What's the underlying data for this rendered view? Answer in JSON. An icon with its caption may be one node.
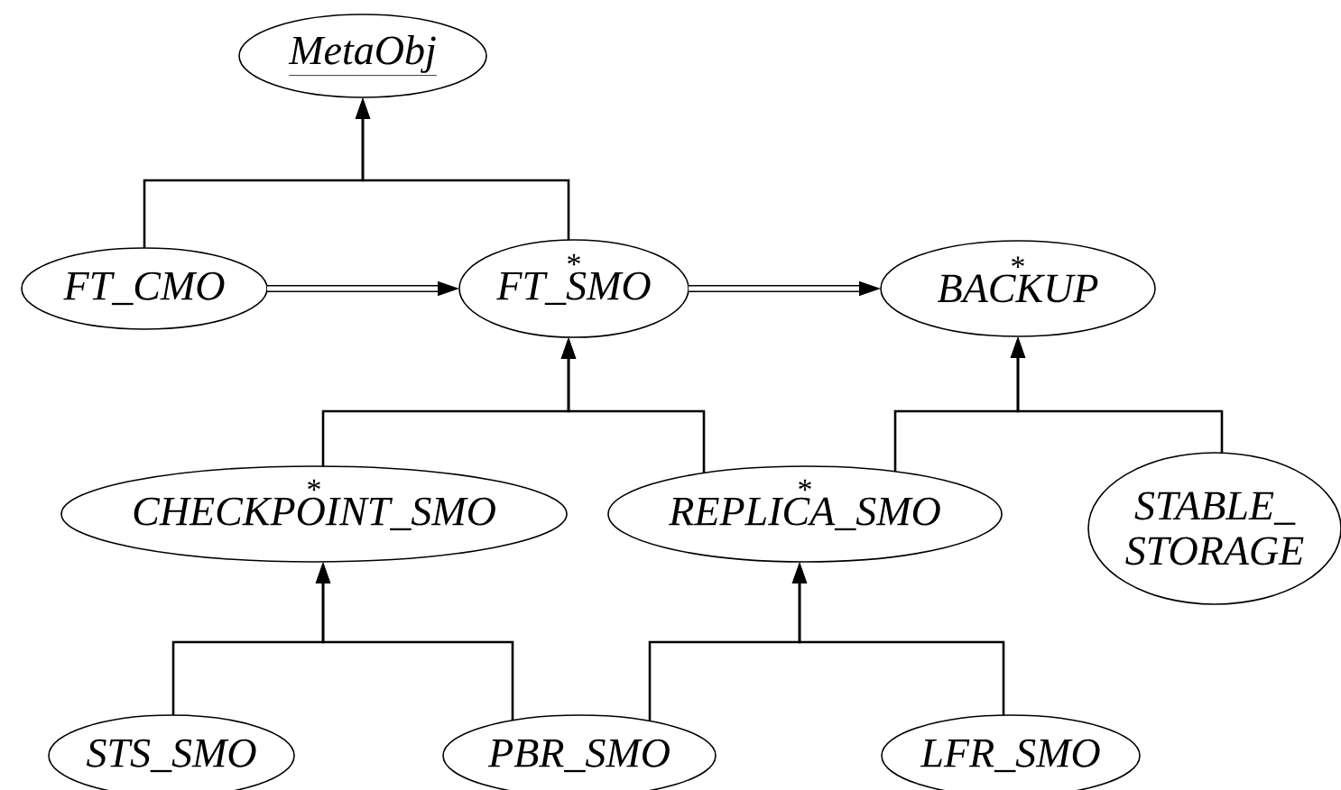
{
  "diagram": {
    "nodes": [
      {
        "text": [
          "MetaObj"
        ]
      },
      {
        "text": [
          "FT_CMO"
        ]
      },
      {
        "text": [
          "*",
          "FT_SMO"
        ]
      },
      {
        "text": [
          "*",
          "BACKUP"
        ]
      },
      {
        "text": [
          "*",
          "CHECKPOINT_SMO"
        ]
      },
      {
        "text": [
          "*",
          "REPLICA_SMO"
        ]
      },
      {
        "text": [
          "STABLE_ STORAGE"
        ]
      },
      {
        "text": [
          "STS_SMO"
        ]
      },
      {
        "text": [
          "PBR_SMO"
        ]
      },
      {
        "text": [
          "LFR_SMO"
        ]
      }
    ],
    "edges": [
      {
        "from": 1,
        "to": 0,
        "arrow": "to"
      },
      {
        "from": 2,
        "to": 0,
        "arrow": "to"
      },
      {
        "from": 1,
        "to": 2,
        "arrow": "to",
        "style": "thick"
      },
      {
        "from": 2,
        "to": 3,
        "arrow": "to",
        "style": "thick"
      },
      {
        "from": 4,
        "to": 2,
        "arrow": "to"
      },
      {
        "from": 5,
        "to": 2,
        "arrow": "to"
      },
      {
        "from": 5,
        "to": 3,
        "arrow": "to"
      },
      {
        "from": 6,
        "to": 3,
        "arrow": "to"
      },
      {
        "from": 7,
        "to": 4,
        "arrow": "to"
      },
      {
        "from": 8,
        "to": 4,
        "arrow": "to"
      },
      {
        "from": 8,
        "to": 5,
        "arrow": "to"
      },
      {
        "from": 9,
        "to": 5,
        "arrow": "to"
      }
    ]
  }
}
